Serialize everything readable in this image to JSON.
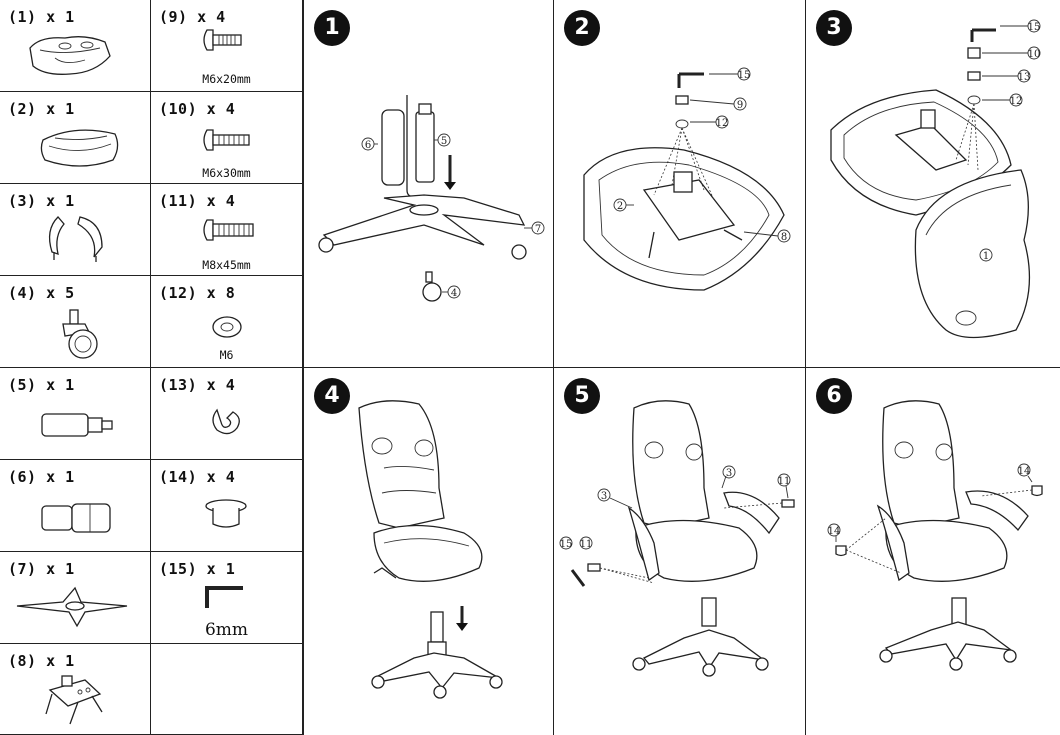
{
  "parts": [
    {
      "qty": "(1) x 1",
      "size": ""
    },
    {
      "qty": "(2) x 1",
      "size": ""
    },
    {
      "qty": "(3) x 1",
      "size": ""
    },
    {
      "qty": "(4) x 5",
      "size": ""
    },
    {
      "qty": "(5) x 1",
      "size": ""
    },
    {
      "qty": "(6) x 1",
      "size": ""
    },
    {
      "qty": "(7) x 1",
      "size": ""
    },
    {
      "qty": "(8) x 1",
      "size": ""
    },
    {
      "qty": "(9) x 4",
      "size": "M6x20mm"
    },
    {
      "qty": "(10) x 4",
      "size": "M6x30mm"
    },
    {
      "qty": "(11) x 4",
      "size": "M8x45mm"
    },
    {
      "qty": "(12) x 8",
      "size": "M6"
    },
    {
      "qty": "(13) x 4",
      "size": ""
    },
    {
      "qty": "(14) x 4",
      "size": ""
    },
    {
      "qty": "(15) x 1",
      "size": "6mm"
    }
  ],
  "steps": [
    {
      "number": "1",
      "callouts": [
        "6",
        "5",
        "7",
        "4"
      ]
    },
    {
      "number": "2",
      "callouts": [
        "15",
        "9",
        "12",
        "2",
        "8"
      ]
    },
    {
      "number": "3",
      "callouts": [
        "15",
        "10",
        "13",
        "12",
        "1"
      ]
    },
    {
      "number": "4",
      "callouts": []
    },
    {
      "number": "5",
      "callouts": [
        "3",
        "3",
        "11",
        "15",
        "11"
      ]
    },
    {
      "number": "6",
      "callouts": [
        "14",
        "14"
      ]
    }
  ]
}
